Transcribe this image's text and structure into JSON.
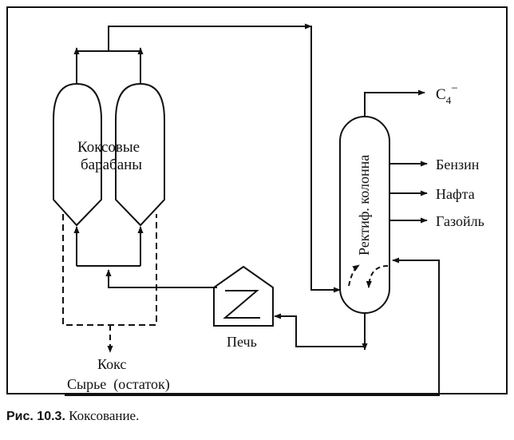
{
  "diagram": {
    "drums_label": [
      "Коксовые",
      "барабаны"
    ],
    "column_label": "Ректиф. колонна",
    "c4_main": "С",
    "c4_sub": "4",
    "c4_sup": "−",
    "gasoline": "Бензин",
    "naphtha": "Нафта",
    "gasoil": "Газойль",
    "furnace": "Печь",
    "coke": "Кокс",
    "feed": "Сырье  (остаток)"
  },
  "caption": {
    "number": "Рис. 10.3.",
    "text": " Коксование."
  }
}
